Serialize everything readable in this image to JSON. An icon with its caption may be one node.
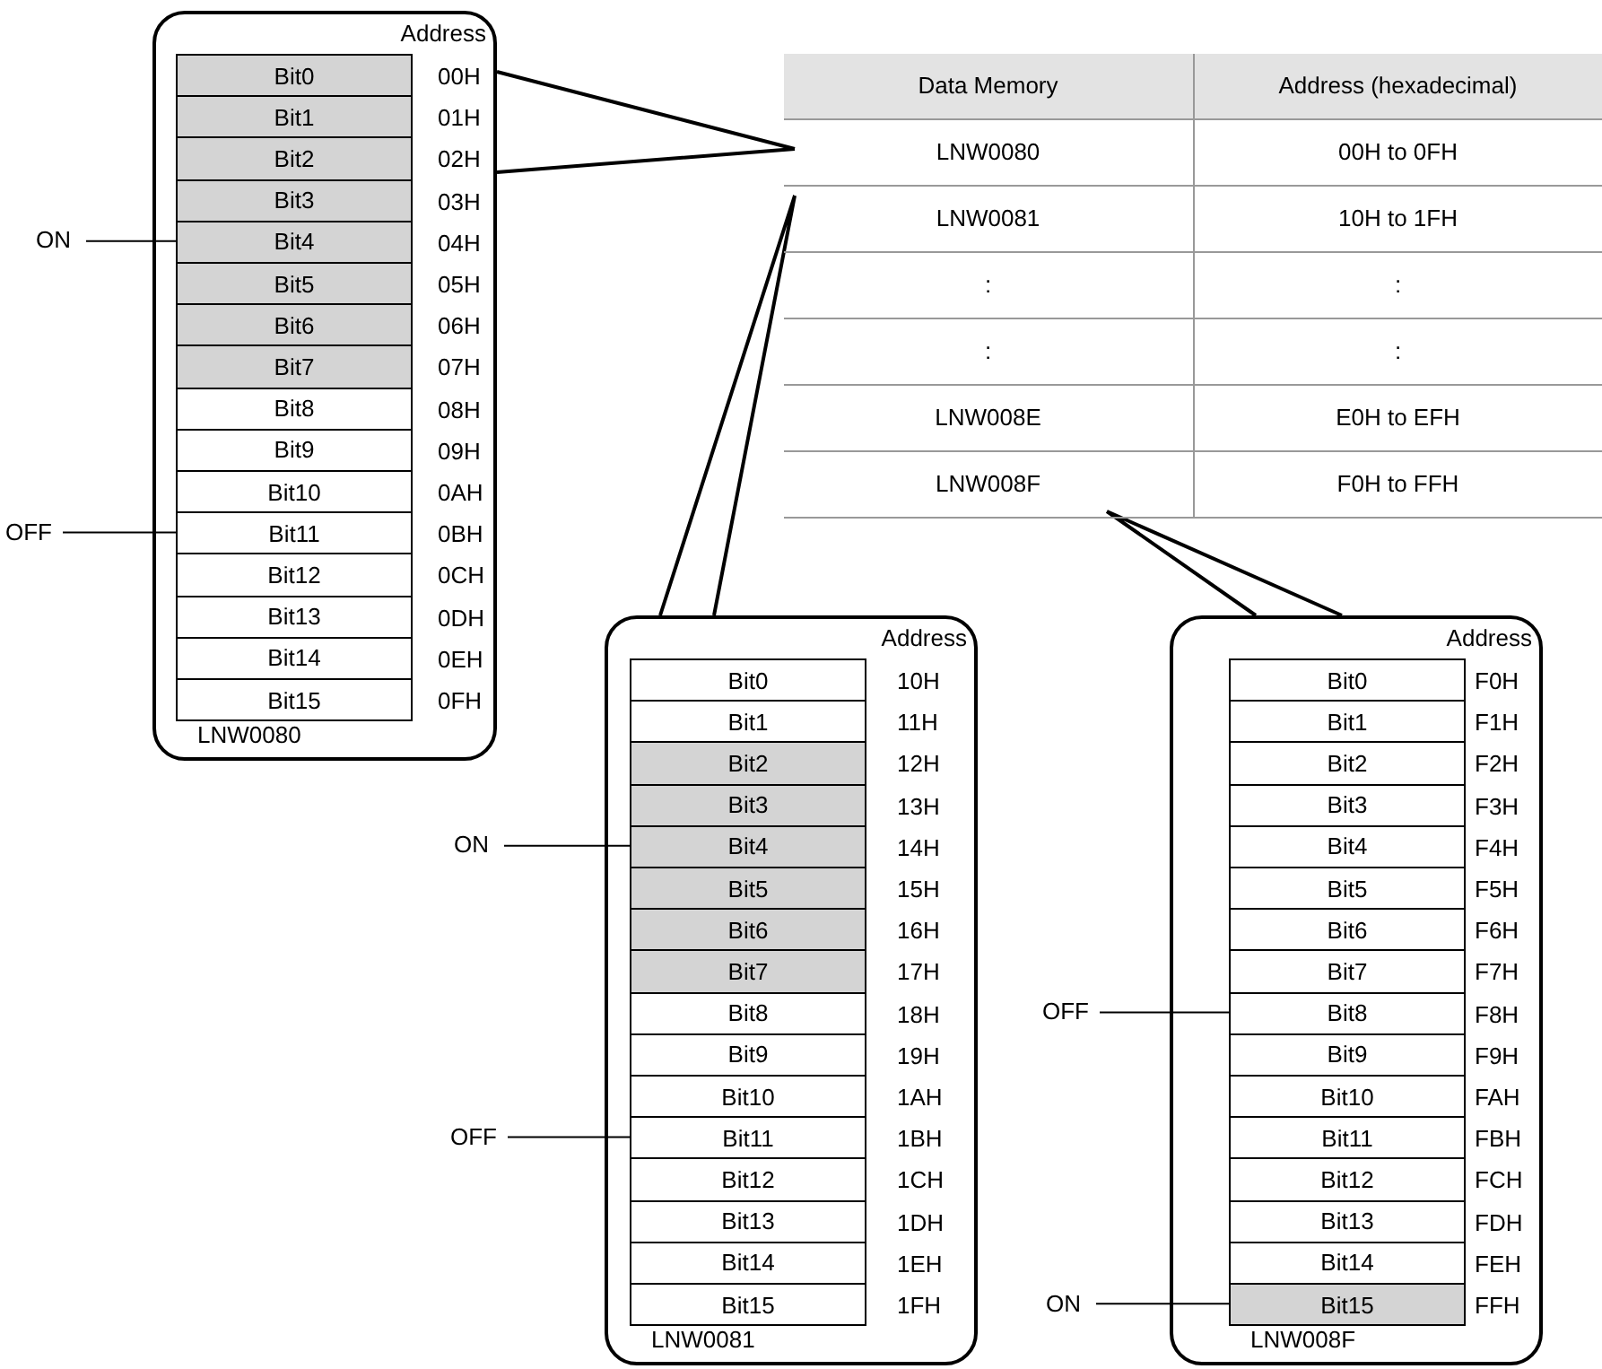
{
  "diagram": {
    "nodes": [
      {
        "text": [
          "Address",
          "LNW0080"
        ]
      },
      {
        "text": [
          "Bit0"
        ],
        "in": 0,
        "beside": [
          "00H"
        ]
      },
      {
        "text": [
          "Bit1"
        ],
        "in": 0,
        "beside": [
          "01H"
        ]
      },
      {
        "text": [
          "Bit2"
        ],
        "in": 0,
        "beside": [
          "02H"
        ]
      },
      {
        "text": [
          "Bit3"
        ],
        "in": 0,
        "beside": [
          "03H"
        ]
      },
      {
        "text": [
          "Bit4"
        ],
        "in": 0,
        "beside": [
          "04H"
        ]
      },
      {
        "text": [
          "Bit5"
        ],
        "in": 0,
        "beside": [
          "05H"
        ]
      },
      {
        "text": [
          "Bit6"
        ],
        "in": 0,
        "beside": [
          "06H"
        ]
      },
      {
        "text": [
          "Bit7"
        ],
        "in": 0,
        "beside": [
          "07H"
        ]
      },
      {
        "text": [
          "Bit8"
        ],
        "in": 0,
        "beside": [
          "08H"
        ]
      },
      {
        "text": [
          "Bit9"
        ],
        "in": 0,
        "beside": [
          "09H"
        ]
      },
      {
        "text": [
          "Bit10"
        ],
        "in": 0,
        "beside": [
          "0AH"
        ]
      },
      {
        "text": [
          "Bit11"
        ],
        "in": 0,
        "beside": [
          "0BH"
        ]
      },
      {
        "text": [
          "Bit12"
        ],
        "in": 0,
        "beside": [
          "0CH"
        ]
      },
      {
        "text": [
          "Bit13"
        ],
        "in": 0,
        "beside": [
          "0DH"
        ]
      },
      {
        "text": [
          "Bit14"
        ],
        "in": 0,
        "beside": [
          "0EH"
        ]
      },
      {
        "text": [
          "Bit15"
        ],
        "in": 0,
        "beside": [
          "0FH"
        ]
      },
      {
        "text": [
          "ON"
        ]
      },
      {
        "text": [
          "OFF"
        ]
      },
      {
        "text": [
          "LNW0080",
          "00H to 0FH"
        ]
      },
      {
        "text": [
          "LNW0081",
          "10H to 1FH"
        ]
      },
      {
        "text": [
          ":",
          ":"
        ]
      },
      {
        "text": [
          ":",
          ":"
        ]
      },
      {
        "text": [
          "LNW008E",
          "E0H to EFH"
        ]
      },
      {
        "text": [
          "LNW008F",
          "F0H to FFH"
        ]
      },
      {
        "text": [
          "Address",
          "LNW0081"
        ]
      },
      {
        "text": [
          "Bit0"
        ],
        "in": 25,
        "beside": [
          "10H"
        ]
      },
      {
        "text": [
          "Bit1"
        ],
        "in": 25,
        "beside": [
          "11H"
        ]
      },
      {
        "text": [
          "Bit2"
        ],
        "in": 25,
        "beside": [
          "12H"
        ]
      },
      {
        "text": [
          "Bit3"
        ],
        "in": 25,
        "beside": [
          "13H"
        ]
      },
      {
        "text": [
          "Bit4"
        ],
        "in": 25,
        "beside": [
          "14H"
        ]
      },
      {
        "text": [
          "Bit5"
        ],
        "in": 25,
        "beside": [
          "15H"
        ]
      },
      {
        "text": [
          "Bit6"
        ],
        "in": 25,
        "beside": [
          "16H"
        ]
      },
      {
        "text": [
          "Bit7"
        ],
        "in": 25,
        "beside": [
          "17H"
        ]
      },
      {
        "text": [
          "Bit8"
        ],
        "in": 25,
        "beside": [
          "18H"
        ]
      },
      {
        "text": [
          "Bit9"
        ],
        "in": 25,
        "beside": [
          "19H"
        ]
      },
      {
        "text": [
          "Bit10"
        ],
        "in": 25,
        "beside": [
          "1AH"
        ]
      },
      {
        "text": [
          "Bit11"
        ],
        "in": 25,
        "beside": [
          "1BH"
        ]
      },
      {
        "text": [
          "Bit12"
        ],
        "in": 25,
        "beside": [
          "1CH"
        ]
      },
      {
        "text": [
          "Bit13"
        ],
        "in": 25,
        "beside": [
          "1DH"
        ]
      },
      {
        "text": [
          "Bit14"
        ],
        "in": 25,
        "beside": [
          "1EH"
        ]
      },
      {
        "text": [
          "Bit15"
        ],
        "in": 25,
        "beside": [
          "1FH"
        ]
      },
      {
        "text": [
          "ON"
        ]
      },
      {
        "text": [
          "OFF"
        ]
      },
      {
        "text": [
          "Address",
          "LNW008F"
        ]
      },
      {
        "text": [
          "Bit0"
        ],
        "in": 44,
        "beside": [
          "F0H"
        ]
      },
      {
        "text": [
          "Bit1"
        ],
        "in": 44,
        "beside": [
          "F1H"
        ]
      },
      {
        "text": [
          "Bit2"
        ],
        "in": 44,
        "beside": [
          "F2H"
        ]
      },
      {
        "text": [
          "Bit3"
        ],
        "in": 44,
        "beside": [
          "F3H"
        ]
      },
      {
        "text": [
          "Bit4"
        ],
        "in": 44,
        "beside": [
          "F4H"
        ]
      },
      {
        "text": [
          "Bit5"
        ],
        "in": 44,
        "beside": [
          "F5H"
        ]
      },
      {
        "text": [
          "Bit6"
        ],
        "in": 44,
        "beside": [
          "F6H"
        ]
      },
      {
        "text": [
          "Bit7"
        ],
        "in": 44,
        "beside": [
          "F7H"
        ]
      },
      {
        "text": [
          "Bit8"
        ],
        "in": 44,
        "beside": [
          "F8H"
        ]
      },
      {
        "text": [
          "Bit9"
        ],
        "in": 44,
        "beside": [
          "F9H"
        ]
      },
      {
        "text": [
          "Bit10"
        ],
        "in": 44,
        "beside": [
          "FAH"
        ]
      },
      {
        "text": [
          "Bit11"
        ],
        "in": 44,
        "beside": [
          "FBH"
        ]
      },
      {
        "text": [
          "Bit12"
        ],
        "in": 44,
        "beside": [
          "FCH"
        ]
      },
      {
        "text": [
          "Bit13"
        ],
        "in": 44,
        "beside": [
          "FDH"
        ]
      },
      {
        "text": [
          "Bit14"
        ],
        "in": 44,
        "beside": [
          "FEH"
        ]
      },
      {
        "text": [
          "Bit15"
        ],
        "in": 44,
        "beside": [
          "FFH"
        ]
      },
      {
        "text": [
          "OFF"
        ]
      },
      {
        "text": [
          "ON"
        ]
      }
    ],
    "edges": [
      {
        "from": 0,
        "to": 19,
        "arrow": "none"
      },
      {
        "from": 17,
        "to": 5,
        "arrow": "none"
      },
      {
        "from": 18,
        "to": 12,
        "arrow": "none"
      },
      {
        "from": 25,
        "to": 20,
        "arrow": "none"
      },
      {
        "from": 42,
        "to": 30,
        "arrow": "none"
      },
      {
        "from": 43,
        "to": 37,
        "arrow": "none"
      },
      {
        "from": 44,
        "to": 24,
        "arrow": "none"
      },
      {
        "from": 61,
        "to": 53,
        "arrow": "none"
      },
      {
        "from": 62,
        "to": 60,
        "arrow": "none"
      }
    ],
    "labels": [
      "Data Memory",
      "Address (hexadecimal)"
    ]
  }
}
